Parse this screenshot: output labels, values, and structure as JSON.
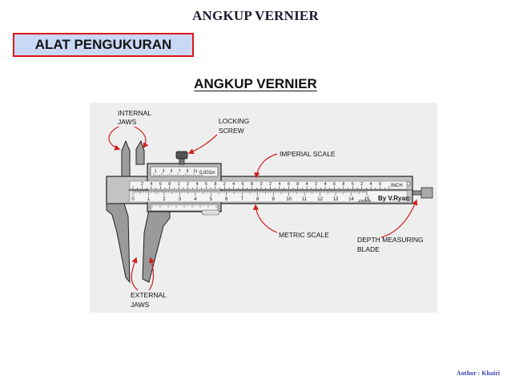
{
  "slide": {
    "title": "ANGKUP VERNIER",
    "tag": "ALAT PENGUKURAN",
    "author": "Author : Khairi"
  },
  "diagram": {
    "title": "ANGKUP VERNIER",
    "labels": {
      "internal_jaws": [
        "INTERNAL",
        "JAWS"
      ],
      "locking_screw": [
        "LOCKING",
        "SCREW"
      ],
      "imperial_scale": "IMPERIAL SCALE",
      "metric_scale": "METRIC SCALE",
      "depth_blade": [
        "DEPTH MEASURING",
        "BLADE"
      ],
      "external_jaws": [
        "EXTERNAL",
        "JAWS"
      ]
    },
    "scale": {
      "metric_numbers": [
        "0",
        "1",
        "2",
        "3",
        "4",
        "5",
        "6",
        "7",
        "8",
        "9",
        "10",
        "11",
        "12",
        "13",
        "14",
        "15"
      ],
      "imperial_numbers": [
        "2",
        "4",
        "6",
        "8",
        "1",
        "2",
        "4",
        "6",
        "8",
        "2",
        "4",
        "6",
        "8",
        "3",
        "2",
        "4",
        "6",
        "8",
        "4",
        "2",
        "4",
        "6",
        "8",
        "5",
        "2",
        "4",
        "6"
      ],
      "vernier_top_numbers": [
        "1",
        "3",
        "5",
        "7",
        "9",
        "11"
      ],
      "vernier_reading": "0.001in",
      "inch_unit": "INCH",
      "mm_unit": "1/50mm",
      "signature": "By V.Ryan"
    }
  }
}
